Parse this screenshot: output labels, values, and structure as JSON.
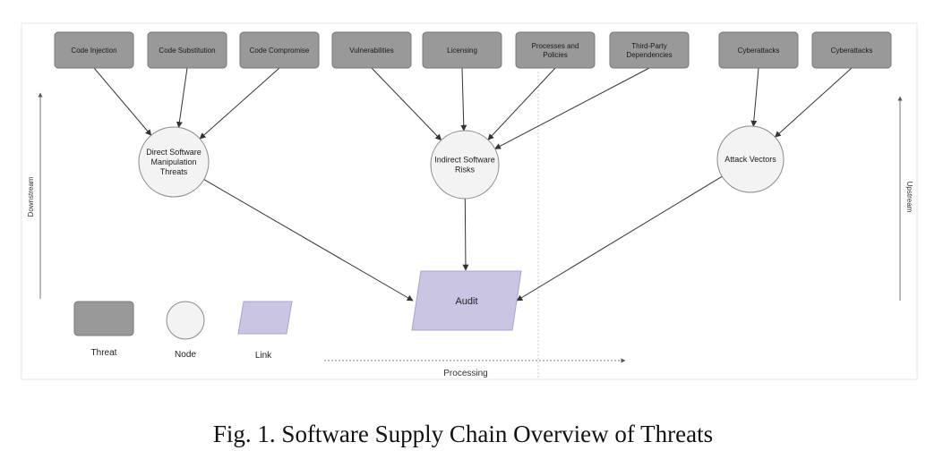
{
  "threats": [
    {
      "id": "t1",
      "label": [
        "Code Injection"
      ]
    },
    {
      "id": "t2",
      "label": [
        "Code Substitution"
      ]
    },
    {
      "id": "t3",
      "label": [
        "Code Compromise"
      ]
    },
    {
      "id": "t4",
      "label": [
        "Vulnerabilities"
      ]
    },
    {
      "id": "t5",
      "label": [
        "Licensing"
      ]
    },
    {
      "id": "t6",
      "label": [
        "Processes and",
        "Policies"
      ]
    },
    {
      "id": "t7",
      "label": [
        "Third-Party",
        "Dependencies"
      ]
    },
    {
      "id": "t8",
      "label": [
        "Cyberattacks"
      ]
    },
    {
      "id": "t9",
      "label": [
        "Cyberattacks"
      ]
    }
  ],
  "nodes": [
    {
      "id": "n1",
      "label": [
        "Direct Software",
        "Manipulation",
        "Threats"
      ]
    },
    {
      "id": "n2",
      "label": [
        "Indirect Software",
        "Risks"
      ]
    },
    {
      "id": "n3",
      "label": [
        "Attack Vectors"
      ]
    }
  ],
  "link": {
    "id": "audit",
    "label": "Audit"
  },
  "edges": [
    [
      "t1",
      "n1"
    ],
    [
      "t2",
      "n1"
    ],
    [
      "t3",
      "n1"
    ],
    [
      "t4",
      "n2"
    ],
    [
      "t5",
      "n2"
    ],
    [
      "t6",
      "n2"
    ],
    [
      "t7",
      "n2"
    ],
    [
      "t8",
      "n3"
    ],
    [
      "t9",
      "n3"
    ],
    [
      "n1",
      "audit"
    ],
    [
      "n2",
      "audit"
    ],
    [
      "n3",
      "audit"
    ]
  ],
  "legend": {
    "threat": "Threat",
    "node": "Node",
    "link": "Link"
  },
  "axes": {
    "left": "Downstream",
    "right": "Upstream",
    "bottom": "Processing"
  },
  "caption": "Fig. 1.  Software Supply Chain Overview of Threats",
  "colors": {
    "threat_fill": "#999999",
    "threat_stroke": "#777777",
    "node_fill": "#f3f3f3",
    "node_stroke": "#8a8a8a",
    "link_fill": "#c9c5e3",
    "link_stroke": "#a9a3cf",
    "edge": "#333333"
  }
}
